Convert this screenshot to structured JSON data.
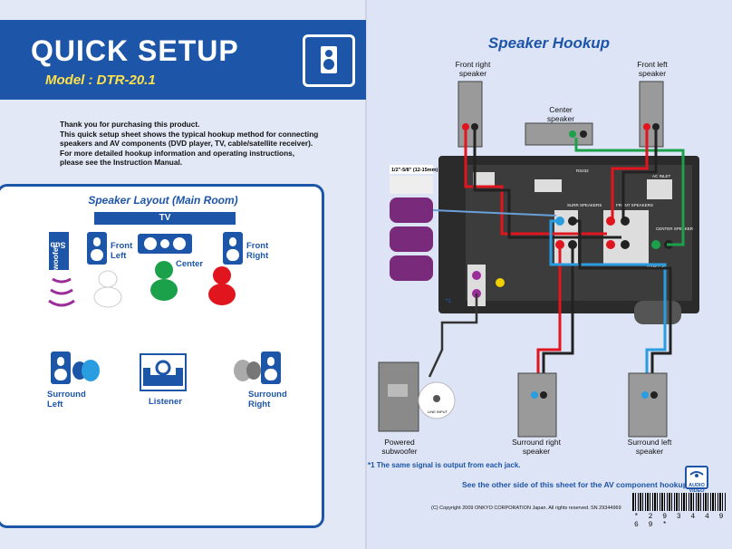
{
  "header": {
    "title": "QUICK SETUP",
    "model": "Model : DTR-20.1"
  },
  "intro": {
    "lines": [
      "Thank you for purchasing this product.",
      "This quick setup sheet shows the typical hookup method for connecting",
      "speakers and AV components (DVD player, TV, cable/satellite receiver).",
      "For more detailed hookup information and operating instructions,",
      "please see the Instruction Manual."
    ]
  },
  "layout": {
    "title": "Speaker Layout (Main Room)",
    "tv": "TV",
    "subwoofer_line1": "Sub",
    "subwoofer_line2": "woofer",
    "front_left": [
      "Front",
      "Left"
    ],
    "center": "Center",
    "front_right": [
      "Front",
      "Right"
    ],
    "surround_left": [
      "Surround",
      "Left"
    ],
    "listener": "Listener",
    "surround_right": [
      "Surround",
      "Right"
    ]
  },
  "hookup": {
    "title": "Speaker Hookup",
    "front_right": [
      "Front right",
      "speaker"
    ],
    "front_left": [
      "Front left",
      "speaker"
    ],
    "center": [
      "Center",
      "speaker"
    ],
    "powered_sub": [
      "Powered",
      "subwoofer"
    ],
    "surround_right": [
      "Surround right",
      "speaker"
    ],
    "surround_left": [
      "Surround left",
      "speaker"
    ],
    "wire_length": "1/2\"-5/8\" (12-15mm)",
    "panel_labels": {
      "surr": "SURR SPEAKERS",
      "front": "FRONT SPEAKERS",
      "center": "CENTER SPEAKER",
      "ac": "AC INLET",
      "line_input": "LINE INPUT",
      "rs232": "RS232",
      "brand": "Integra"
    },
    "footnote_mark": "*1"
  },
  "footer": {
    "note": "*1  The same signal is output from each jack.",
    "other_side": "See the other side of this sheet for the AV component hookup.",
    "copyright": "(C) Copyright 2009 ONKYO CORPORATION Japan. All rights reserved.",
    "sn": "SN 29344969",
    "barcode_digits": "* 2 9 3 4 4 9 6 9 *",
    "av_label": [
      "AUDIO",
      "VIDEO"
    ]
  },
  "colors": {
    "brand_blue": "#1d55a8",
    "model_yellow": "#ffe24a",
    "front_red": "#e0151e",
    "center_green": "#1aa14a",
    "surround_blue": "#2a9de0",
    "sub_purple": "#9b2d9a"
  }
}
